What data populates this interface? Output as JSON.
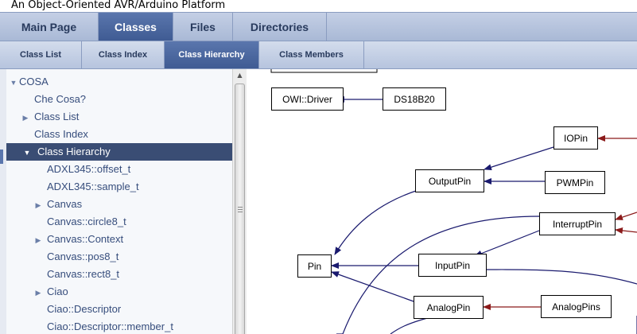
{
  "page_title": "An Object-Oriented AVR/Arduino Platform",
  "main_tabs": [
    {
      "label": "Main Page"
    },
    {
      "label": "Classes"
    },
    {
      "label": "Files"
    },
    {
      "label": "Directories"
    }
  ],
  "sub_tabs": [
    {
      "label": "Class List"
    },
    {
      "label": "Class Index"
    },
    {
      "label": "Class Hierarchy"
    },
    {
      "label": "Class Members"
    }
  ],
  "tree": [
    {
      "label": "COSA"
    },
    {
      "label": "Che Cosa?"
    },
    {
      "label": "Class List"
    },
    {
      "label": "Class Index"
    },
    {
      "label": "Class Hierarchy"
    },
    {
      "label": "ADXL345::offset_t"
    },
    {
      "label": "ADXL345::sample_t"
    },
    {
      "label": "Canvas"
    },
    {
      "label": "Canvas::circle8_t"
    },
    {
      "label": "Canvas::Context"
    },
    {
      "label": "Canvas::pos8_t"
    },
    {
      "label": "Canvas::rect8_t"
    },
    {
      "label": "Ciao"
    },
    {
      "label": "Ciao::Descriptor"
    },
    {
      "label": "Ciao::Descriptor::member_t"
    }
  ],
  "diagram": {
    "nodes": {
      "owi_driver": "OWI::Driver",
      "ds18b20": "DS18B20",
      "iopin": "IOPin",
      "outputpin": "OutputPin",
      "pwmpin": "PWMPin",
      "interruptpin": "InterruptPin",
      "pin": "Pin",
      "inputpin": "InputPin",
      "analogpin": "AnalogPin",
      "analogpins": "AnalogPins"
    },
    "colors": {
      "inherit_edge": "#1a1a6e",
      "other_edge": "#8b1a1a"
    }
  },
  "colors": {
    "tab_active": "#3f5b93",
    "tree_selected": "#3a4d74",
    "link_text": "#364d7c"
  }
}
